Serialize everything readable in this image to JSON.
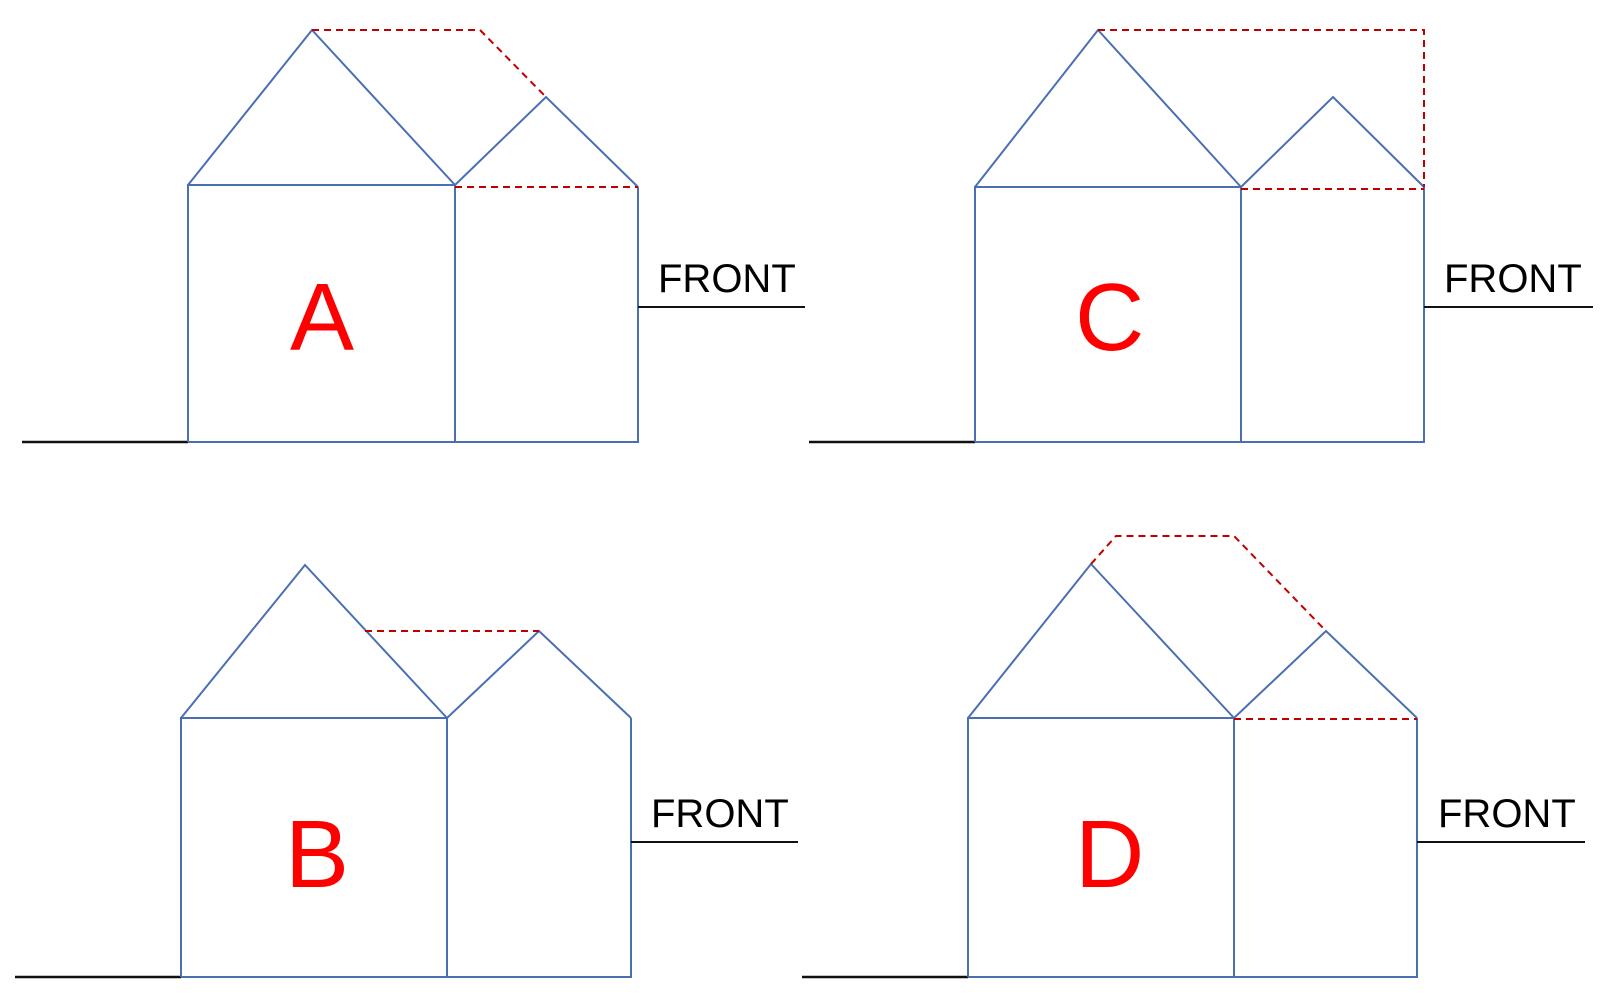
{
  "panels": [
    {
      "id": "A",
      "letter": "A",
      "label": "FRONT",
      "annotation": "Dashed line from main ridge horizontally then sloping down to small gable peak; dashed line across small gable eave"
    },
    {
      "id": "C",
      "letter": "C",
      "label": "FRONT",
      "annotation": "Dashed rectangle from main ridge to right wall top, enclosing small gable; dashed line across small gable eave"
    },
    {
      "id": "B",
      "letter": "B",
      "label": "FRONT",
      "annotation": "Dashed horizontal line from main roof slope to small gable peak"
    },
    {
      "id": "D",
      "letter": "D",
      "label": "FRONT",
      "annotation": "Dashed hip-shaped outline above main peak sloping down to small gable peak; dashed line across small gable eave"
    }
  ],
  "colors": {
    "walls": "#4a6fb3",
    "dashed": "#c00000",
    "letters": "#ff0000",
    "text": "#000000"
  }
}
